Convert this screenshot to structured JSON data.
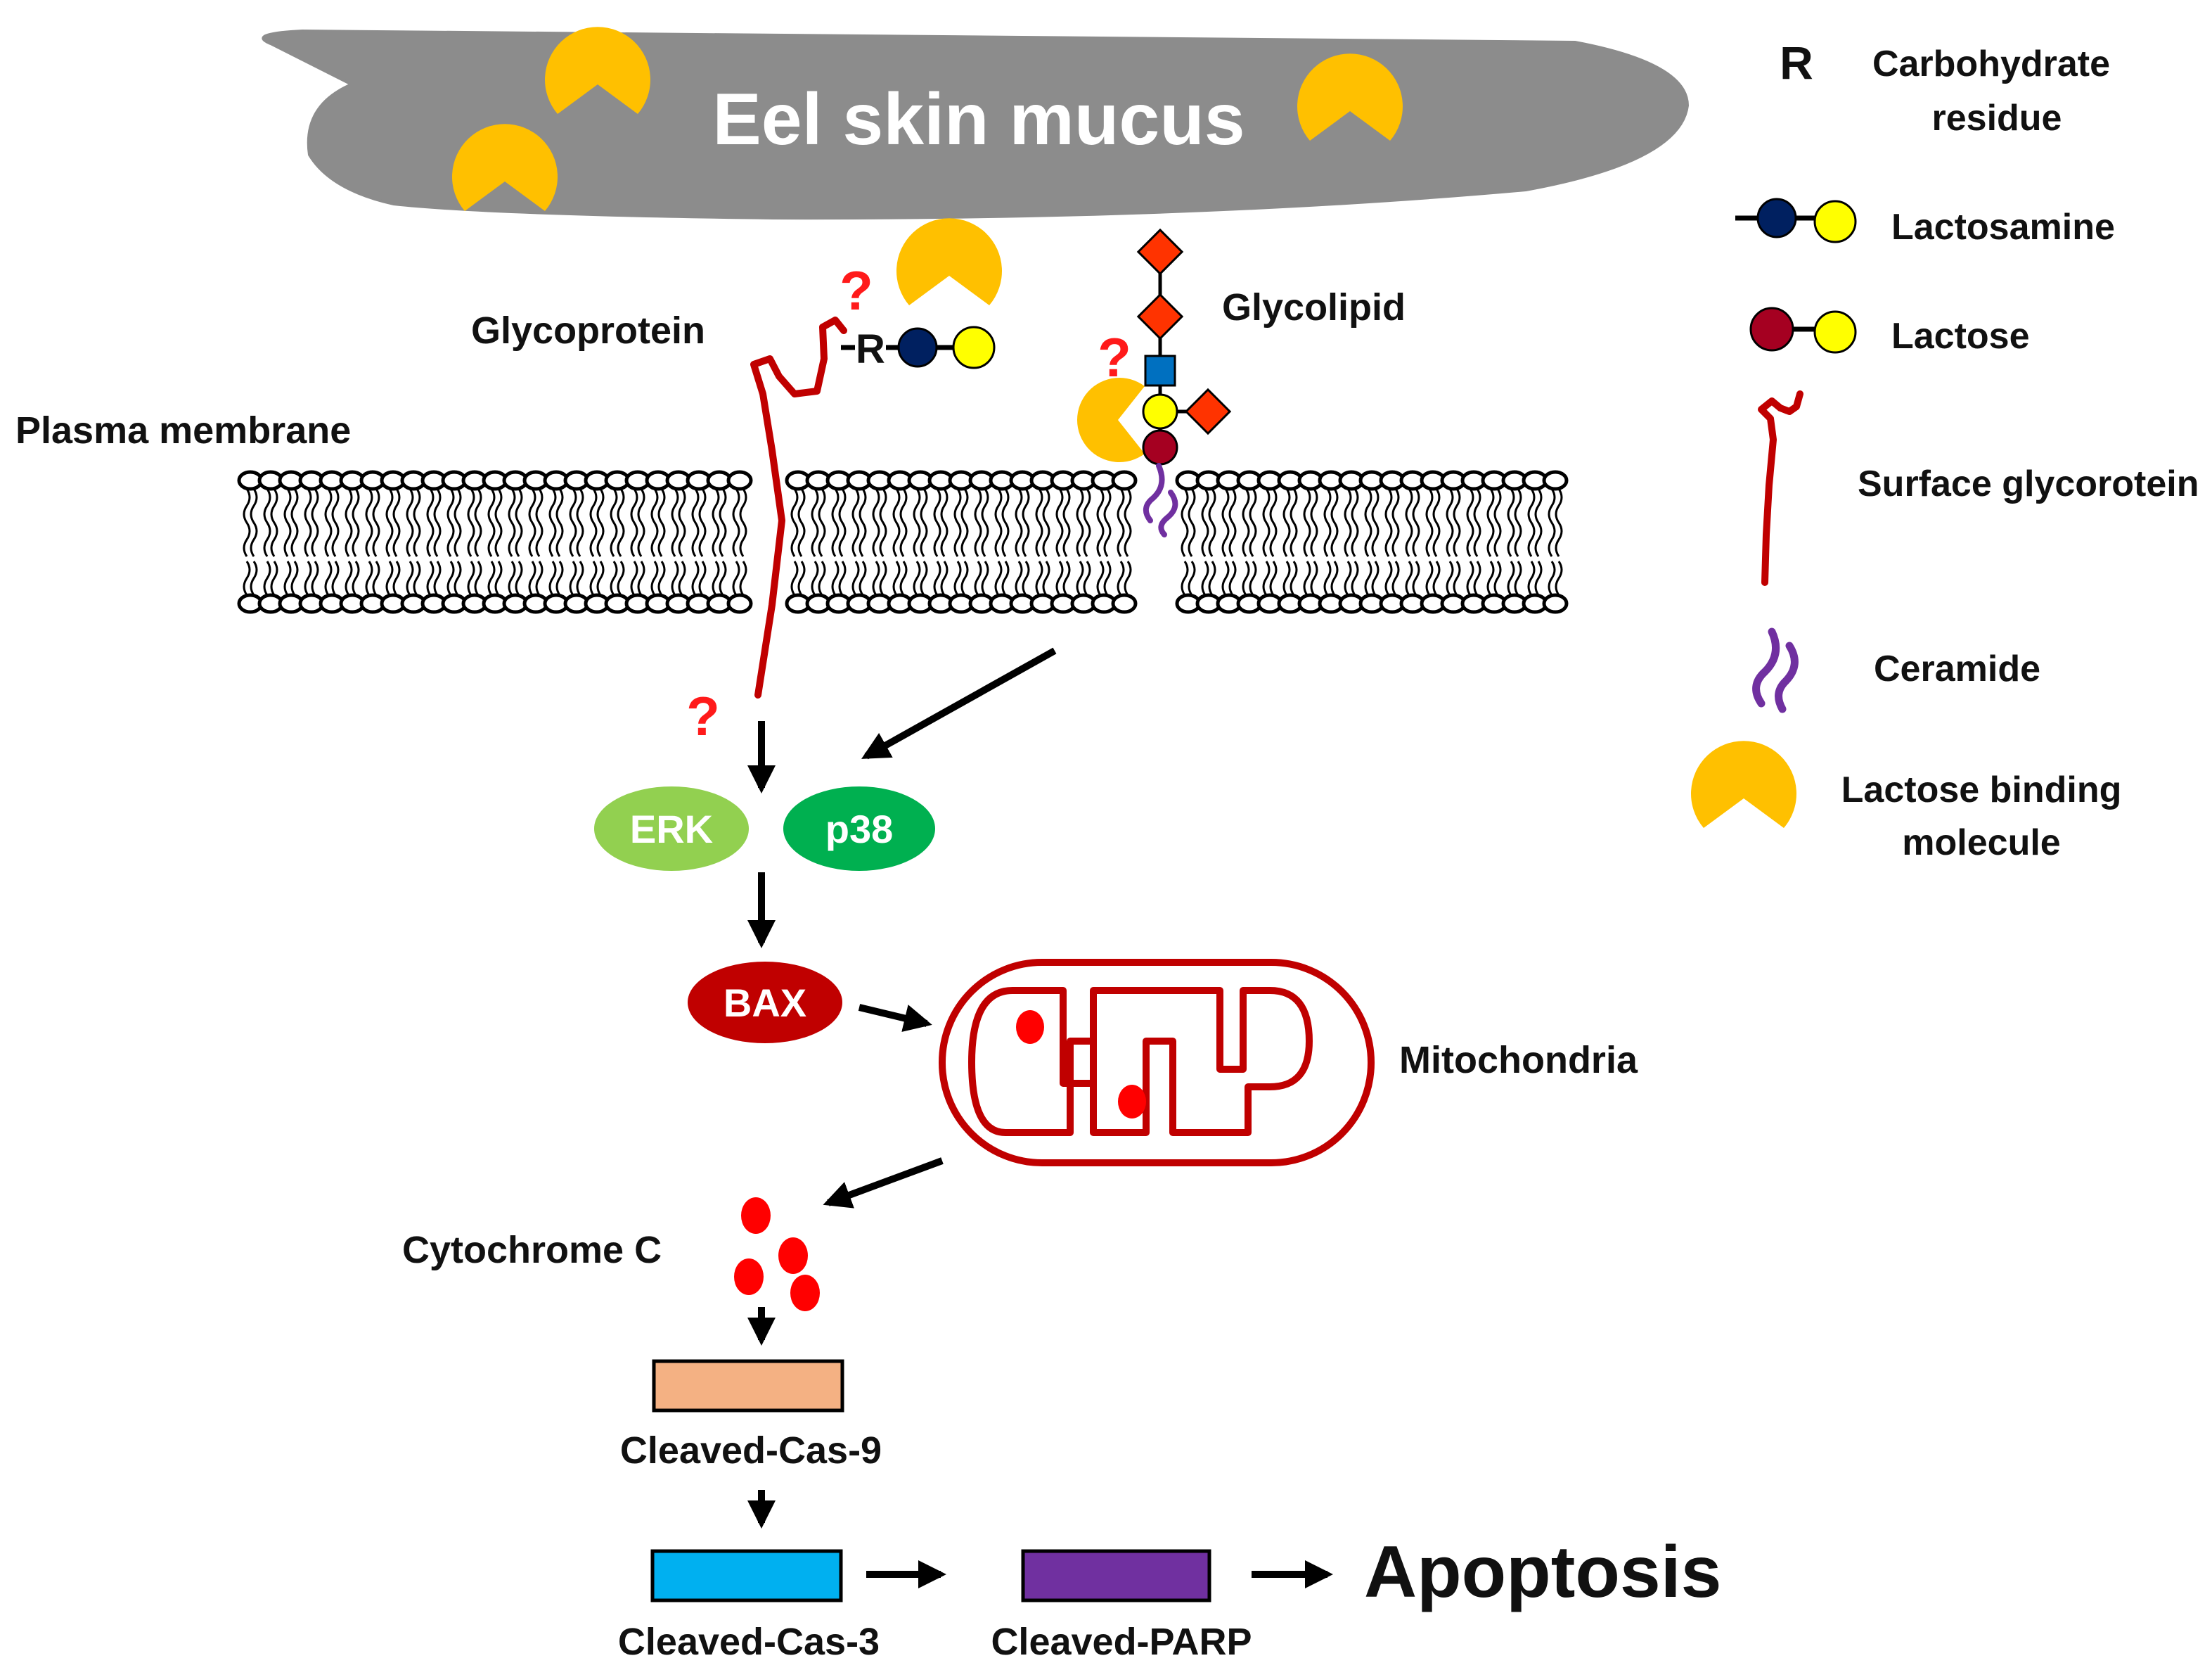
{
  "mucus": {
    "label": "Eel skin mucus"
  },
  "membrane": {
    "label": "Plasma membrane"
  },
  "glycoprotein": {
    "label": "Glycoprotein",
    "residue_symbol": "R"
  },
  "glycolipid": {
    "label": "Glycolipid"
  },
  "unknown_mark": "?",
  "kinases": {
    "erk": "ERK",
    "p38": "p38"
  },
  "bax": "BAX",
  "mitochondria": "Mitochondria",
  "cytochrome": "Cytochrome C",
  "cas9": "Cleaved-Cas-9",
  "cas3": "Cleaved-Cas-3",
  "parp": "Cleaved-PARP",
  "outcome": "Apoptosis",
  "legend": {
    "carbohydrate_symbol": "R",
    "carbohydrate_line1": "Carbohydrate",
    "carbohydrate_line2": "residue",
    "lactosamine": "Lactosamine",
    "lactose": "Lactose",
    "surface_glycoprotein": "Surface glycorotein",
    "ceramide": "Ceramide",
    "binding_line1": "Lactose binding",
    "binding_line2": "molecule"
  },
  "colors": {
    "mucus": "#8c8c8c",
    "binding_molecule": "#ffc000",
    "protein": "#c00000",
    "galactose": "#ffff00",
    "glcnac": "#002060",
    "glucose": "#a50021",
    "fucose": "#ff3300",
    "hexnac": "#0070c0",
    "ceramide": "#7030a0",
    "erk": "#92d050",
    "p38": "#00b050",
    "bax": "#c00000",
    "cytochrome": "#ff0000",
    "cas9": "#f4b183",
    "cas3": "#00b0f0",
    "parp": "#7030a0",
    "question": "#ff1a1a"
  }
}
